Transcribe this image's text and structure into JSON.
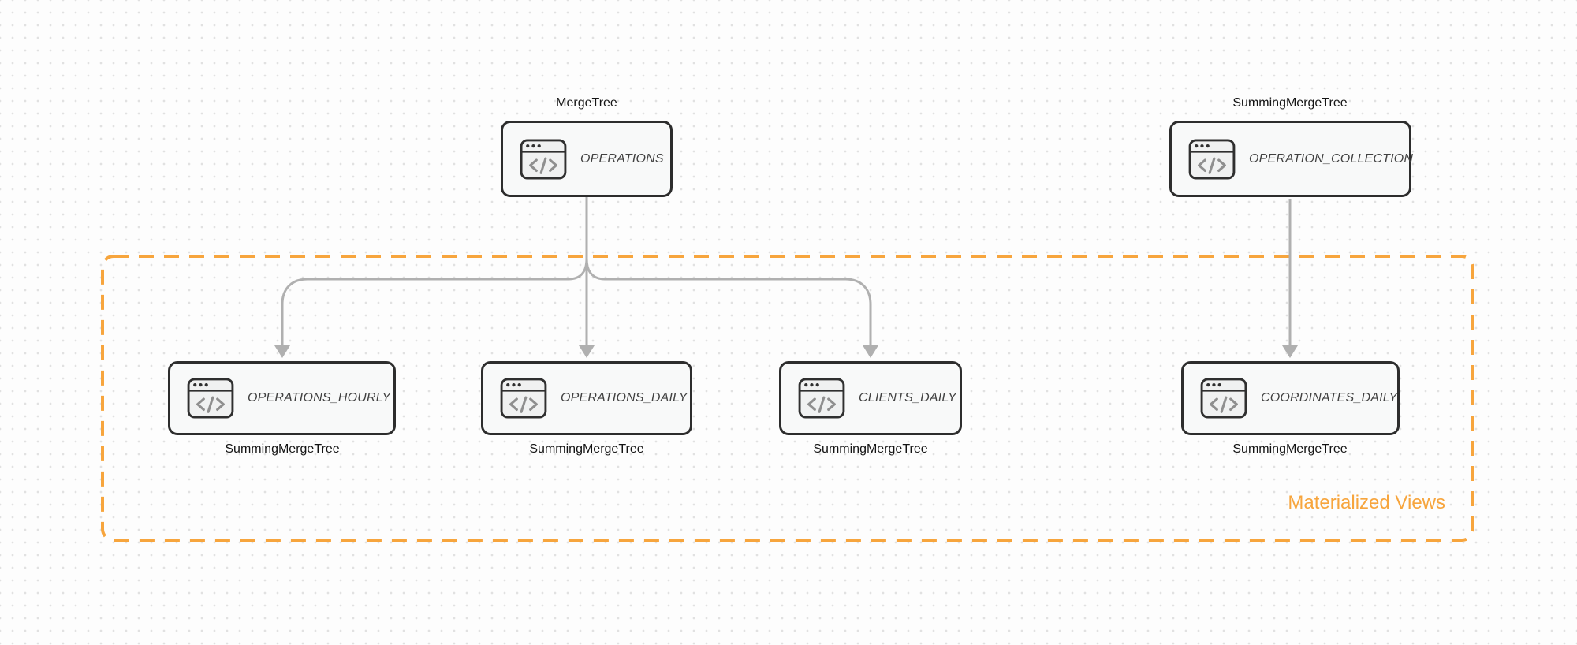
{
  "group": {
    "label": "Materialized Views"
  },
  "nodes": {
    "operations": {
      "label": "OPERATIONS",
      "engine": "MergeTree"
    },
    "operation_collection": {
      "label": "OPERATION_COLLECTION",
      "engine": "SummingMergeTree"
    },
    "operations_hourly": {
      "label": "OPERATIONS_HOURLY",
      "engine": "SummingMergeTree"
    },
    "operations_daily": {
      "label": "OPERATIONS_DAILY",
      "engine": "SummingMergeTree"
    },
    "clients_daily": {
      "label": "CLIENTS_DAILY",
      "engine": "SummingMergeTree"
    },
    "coordinates_daily": {
      "label": "COORDINATES_DAILY",
      "engine": "SummingMergeTree"
    }
  },
  "edges": [
    {
      "from": "OPERATIONS",
      "to": "OPERATIONS_HOURLY"
    },
    {
      "from": "OPERATIONS",
      "to": "OPERATIONS_DAILY"
    },
    {
      "from": "OPERATIONS",
      "to": "CLIENTS_DAILY"
    },
    {
      "from": "OPERATION_COLLECTION",
      "to": "COORDINATES_DAILY"
    }
  ],
  "icons": {
    "node_icon": "code-window-icon"
  },
  "colors": {
    "accent_orange": "#f7a53d",
    "arrow_gray": "#b0b0b0",
    "node_border": "#2d2d2d",
    "node_fill": "#f8f9f9",
    "dot_grid": "#e1e1e1"
  }
}
